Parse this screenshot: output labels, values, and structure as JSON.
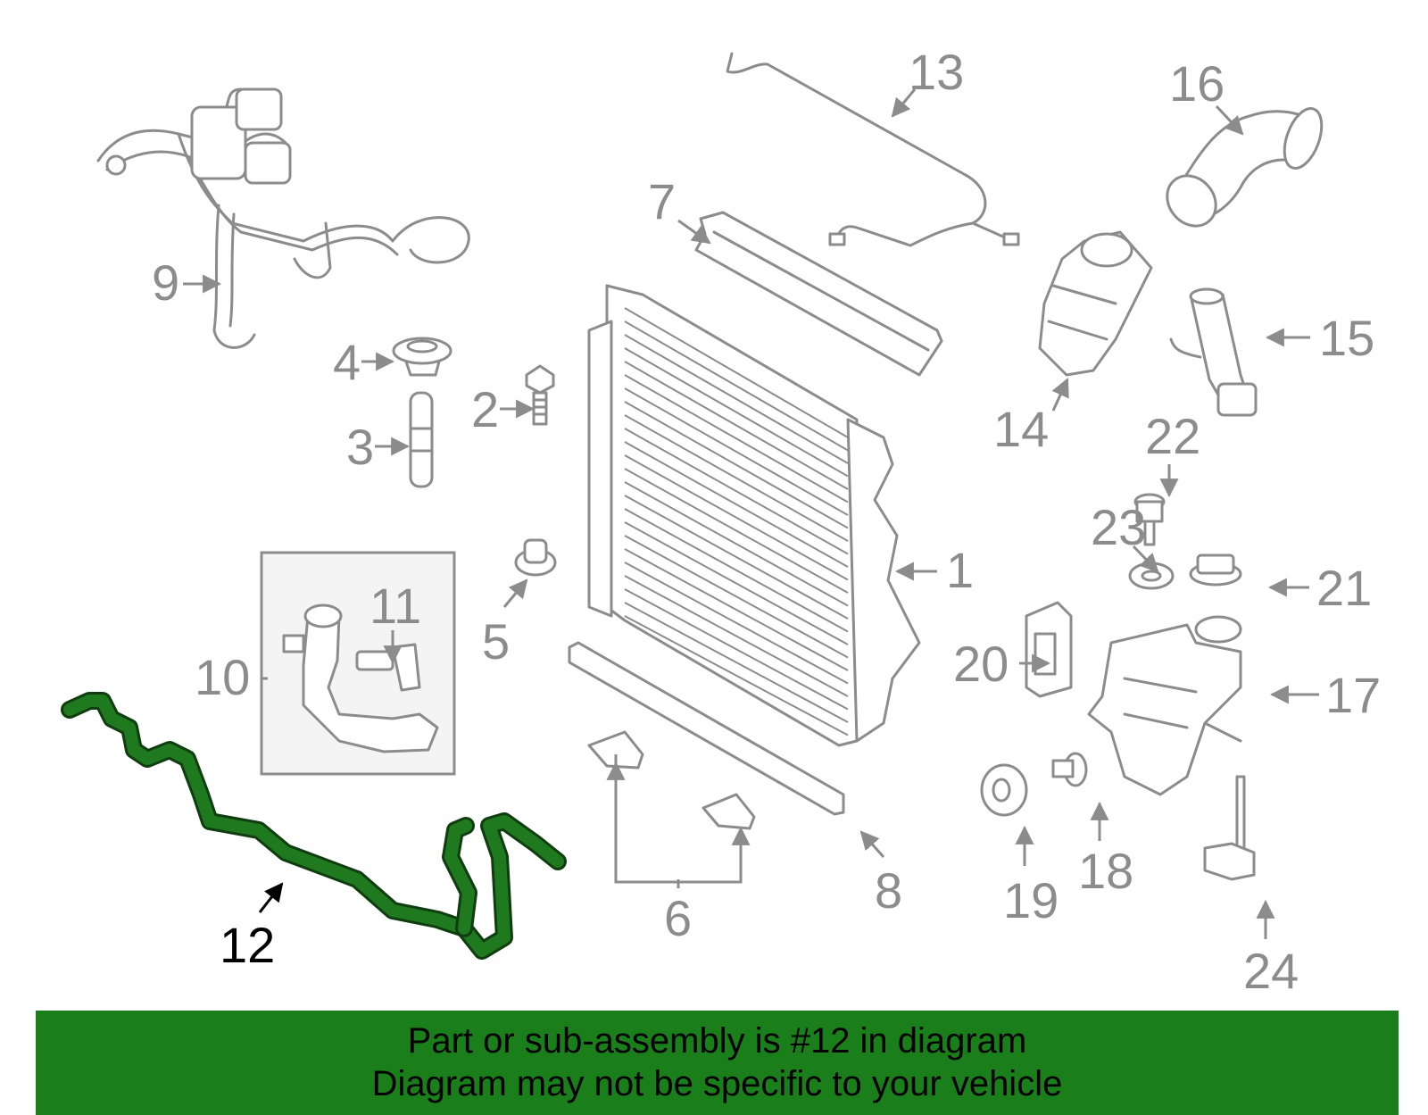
{
  "diagram": {
    "callouts": {
      "c1": "1",
      "c2": "2",
      "c3": "3",
      "c4": "4",
      "c5": "5",
      "c6": "6",
      "c7": "7",
      "c8": "8",
      "c9": "9",
      "c10": "10",
      "c11": "11",
      "c12": "12",
      "c13": "13",
      "c14": "14",
      "c15": "15",
      "c16": "16",
      "c17": "17",
      "c18": "18",
      "c19": "19",
      "c20": "20",
      "c21": "21",
      "c22": "22",
      "c23": "23",
      "c24": "24"
    },
    "highlighted_part": "12"
  },
  "colors": {
    "highlight": "#1f7a1f",
    "highlight_dark": "#0f3d0f",
    "line": "#8c8c8c",
    "banner": "#1a7f1a",
    "inset_bg": "#f4f4f4"
  },
  "banner": {
    "line1": "Part or sub-assembly is #12 in diagram",
    "line2": "Diagram may not be specific to your vehicle"
  }
}
